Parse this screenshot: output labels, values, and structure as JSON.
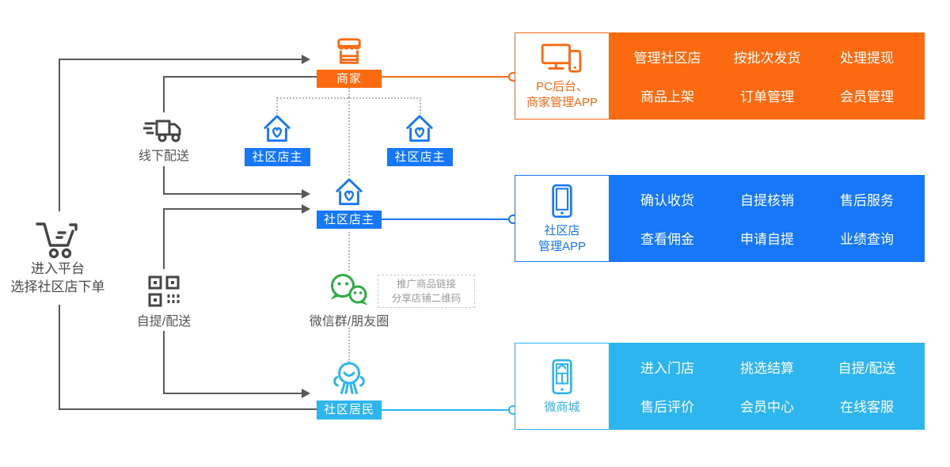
{
  "flow": {
    "entry_label_line1": "进入平台",
    "entry_label_line2": "选择社区店下单",
    "merchant_label": "商家",
    "owner_top_left_label": "社区店主",
    "owner_top_right_label": "社区店主",
    "owner_mid_label": "社区店主",
    "offline_delivery_label": "线下配送",
    "pickup_delivery_label": "自提/配送",
    "wechat_label": "微信群/朋友圈",
    "wechat_note_line1": "推广商品链接",
    "wechat_note_line2": "分享店铺二维码",
    "resident_label": "社区居民"
  },
  "panels": [
    {
      "title_line1": "PC后台、",
      "title_line2": "商家管理APP",
      "icon": "pc-and-phone-icon",
      "accent": "#fb6a10",
      "items": [
        "管理社区店",
        "按批次发货",
        "处理提现",
        "商品上架",
        "订单管理",
        "会员管理"
      ]
    },
    {
      "title_line1": "社区店",
      "title_line2": "管理APP",
      "icon": "phone-icon",
      "accent": "#1677f8",
      "items": [
        "确认收货",
        "自提核销",
        "售后服务",
        "查看佣金",
        "申请自提",
        "业绩查询"
      ]
    },
    {
      "title_line1": "微商城",
      "title_line2": "",
      "icon": "mall-phone-icon",
      "accent": "#2db5f0",
      "items": [
        "进入门店",
        "挑选结算",
        "自提/配送",
        "售后评价",
        "会员中心",
        "在线客服"
      ]
    }
  ],
  "icons": {
    "cart-icon": "shopping cart",
    "store-icon": "storefront with awning",
    "house-heart-icon": "house with heart",
    "truck-icon": "delivery truck",
    "qr-code-icon": "QR code",
    "wechat-icon": "WeChat bubbles",
    "resident-icon": "person with raised arms",
    "pc-and-phone-icon": "desktop monitor with phone",
    "phone-icon": "smartphone",
    "mall-phone-icon": "smartphone with shop grid"
  },
  "colors": {
    "orange": "#fb6a10",
    "blue": "#1677f8",
    "cyan": "#2db5f0",
    "green": "#2bad43",
    "line_gray": "#595959",
    "label_gray": "#555555"
  }
}
